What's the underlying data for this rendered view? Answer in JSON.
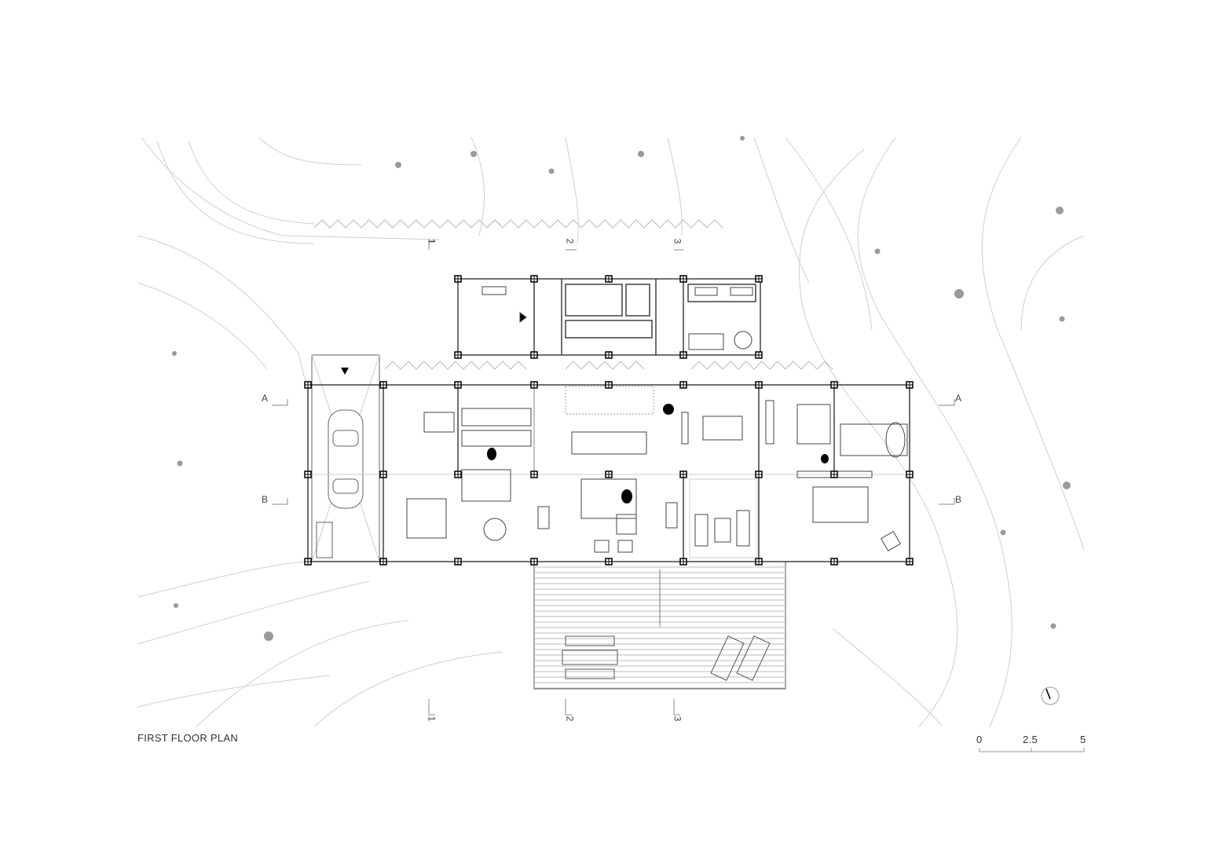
{
  "title": "FIRST FLOOR PLAN",
  "scale_bar": {
    "labels": [
      "0",
      "2.5",
      "5"
    ]
  },
  "section_markers": {
    "horizontal": [
      "A",
      "B"
    ],
    "vertical": [
      "1",
      "2",
      "3"
    ]
  },
  "colors": {
    "line": "#333333",
    "context": "#c8c8c8",
    "tree": "#9a9a9a"
  }
}
